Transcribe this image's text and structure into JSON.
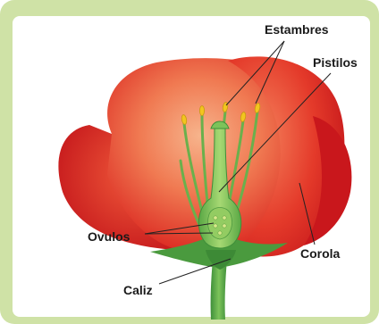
{
  "diagram": {
    "labels": {
      "stamens": "Estambres",
      "pistils": "Pistilos",
      "ovules": "Ovulos",
      "corolla": "Corola",
      "calyx": "Caliz"
    }
  }
}
